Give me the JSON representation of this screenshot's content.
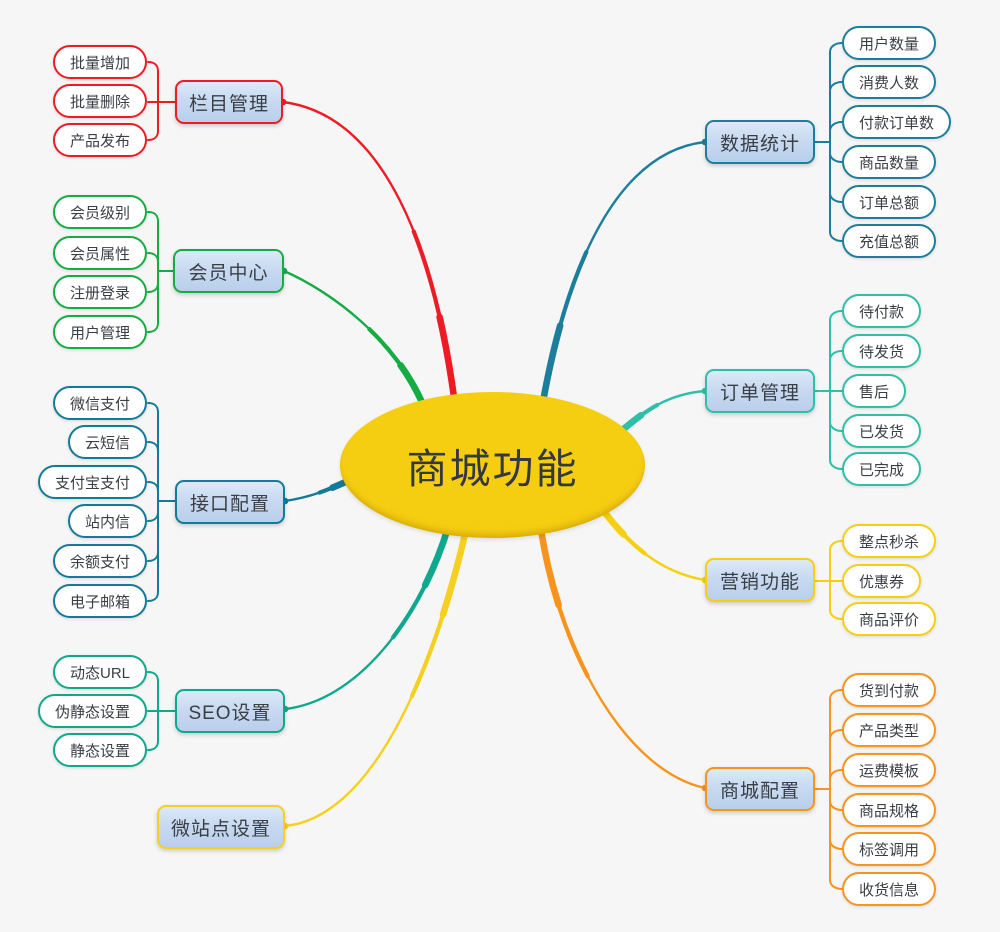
{
  "background_color": "#F6F6F6",
  "center": {
    "label": "商城功能",
    "fill_color": "#F5CE12",
    "text_color": "#35393E"
  },
  "branches": [
    {
      "id": "column-management",
      "label": "栏目管理",
      "color": "#ED1C24",
      "children": [
        "批量增加",
        "批量删除",
        "产品发布"
      ]
    },
    {
      "id": "member-center",
      "label": "会员中心",
      "color": "#16AC44",
      "children": [
        "会员级别",
        "会员属性",
        "注册登录",
        "用户管理"
      ]
    },
    {
      "id": "interface-config",
      "label": "接口配置",
      "color": "#147A99",
      "children": [
        "微信支付",
        "云短信",
        "支付宝支付",
        "站内信",
        "余额支付",
        "电子邮箱"
      ]
    },
    {
      "id": "seo-settings",
      "label": "SEO设置",
      "color": "#0EA98D",
      "children": [
        "动态URL",
        "伪静态设置",
        "静态设置"
      ]
    },
    {
      "id": "micro-site-settings",
      "label": "微站点设置",
      "color": "#F5D021",
      "children": []
    },
    {
      "id": "data-statistics",
      "label": "数据统计",
      "color": "#1D7E9B",
      "children": [
        "用户数量",
        "消费人数",
        "付款订单数",
        "商品数量",
        "订单总额",
        "充值总额"
      ]
    },
    {
      "id": "order-management",
      "label": "订单管理",
      "color": "#2FBFA8",
      "children": [
        "待付款",
        "待发货",
        "售后",
        "已发货",
        "已完成"
      ]
    },
    {
      "id": "marketing-functions",
      "label": "营销功能",
      "color": "#F6CF0E",
      "children": [
        "整点秒杀",
        "优惠券",
        "商品评价"
      ]
    },
    {
      "id": "mall-config",
      "label": "商城配置",
      "color": "#F7941E",
      "children": [
        "货到付款",
        "产品类型",
        "运费模板",
        "商品规格",
        "标签调用",
        "收货信息"
      ]
    }
  ]
}
